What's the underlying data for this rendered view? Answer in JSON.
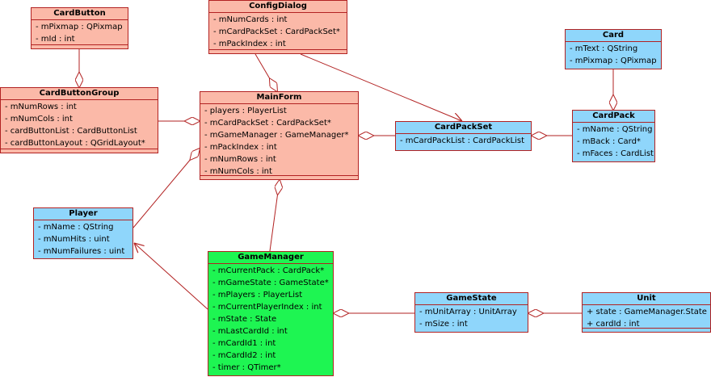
{
  "classes": [
    {
      "id": "cardbutton",
      "name": "CardButton",
      "attrs": [
        "- mPixmap : QPixmap",
        "- mId : int"
      ]
    },
    {
      "id": "configdialog",
      "name": "ConfigDialog",
      "attrs": [
        "- mNumCards : int",
        "- mCardPackSet : CardPackSet*",
        "- mPackIndex : int"
      ]
    },
    {
      "id": "card",
      "name": "Card",
      "attrs": [
        "- mText : QString",
        "- mPixmap : QPixmap"
      ]
    },
    {
      "id": "cardbuttongroup",
      "name": "CardButtonGroup",
      "attrs": [
        "- mNumRows : int",
        "- mNumCols : int",
        "- cardButtonList : CardButtonList",
        "- cardButtonLayout : QGridLayout*"
      ]
    },
    {
      "id": "mainform",
      "name": "MainForm",
      "attrs": [
        "- players : PlayerList",
        "- mCardPackSet : CardPackSet*",
        "- mGameManager : GameManager*",
        "- mPackIndex : int",
        "- mNumRows : int",
        "- mNumCols : int"
      ]
    },
    {
      "id": "cardpackset",
      "name": "CardPackSet",
      "attrs": [
        "- mCardPackList : CardPackList"
      ]
    },
    {
      "id": "cardpack",
      "name": "CardPack",
      "attrs": [
        "- mName : QString",
        "- mBack : Card*",
        "- mFaces : CardList"
      ]
    },
    {
      "id": "player",
      "name": "Player",
      "attrs": [
        "- mName : QString",
        "- mNumHits : uint",
        "- mNumFailures : uint"
      ]
    },
    {
      "id": "gamemanager",
      "name": "GameManager",
      "attrs": [
        "- mCurrentPack : CardPack*",
        "- mGameState : GameState*",
        "- mPlayers : PlayerList",
        "- mCurrentPlayerIndex : int",
        "- mState : State",
        "- mLastCardId : int",
        "- mCardId1 : int",
        "- mCardId2 : int",
        "- timer : QTimer*"
      ]
    },
    {
      "id": "gamestate",
      "name": "GameState",
      "attrs": [
        "- mUnitArray : UnitArray",
        "- mSize : int"
      ]
    },
    {
      "id": "unit",
      "name": "Unit",
      "attrs": [
        "+ state : GameManager.State",
        "+ cardId : int"
      ]
    }
  ]
}
